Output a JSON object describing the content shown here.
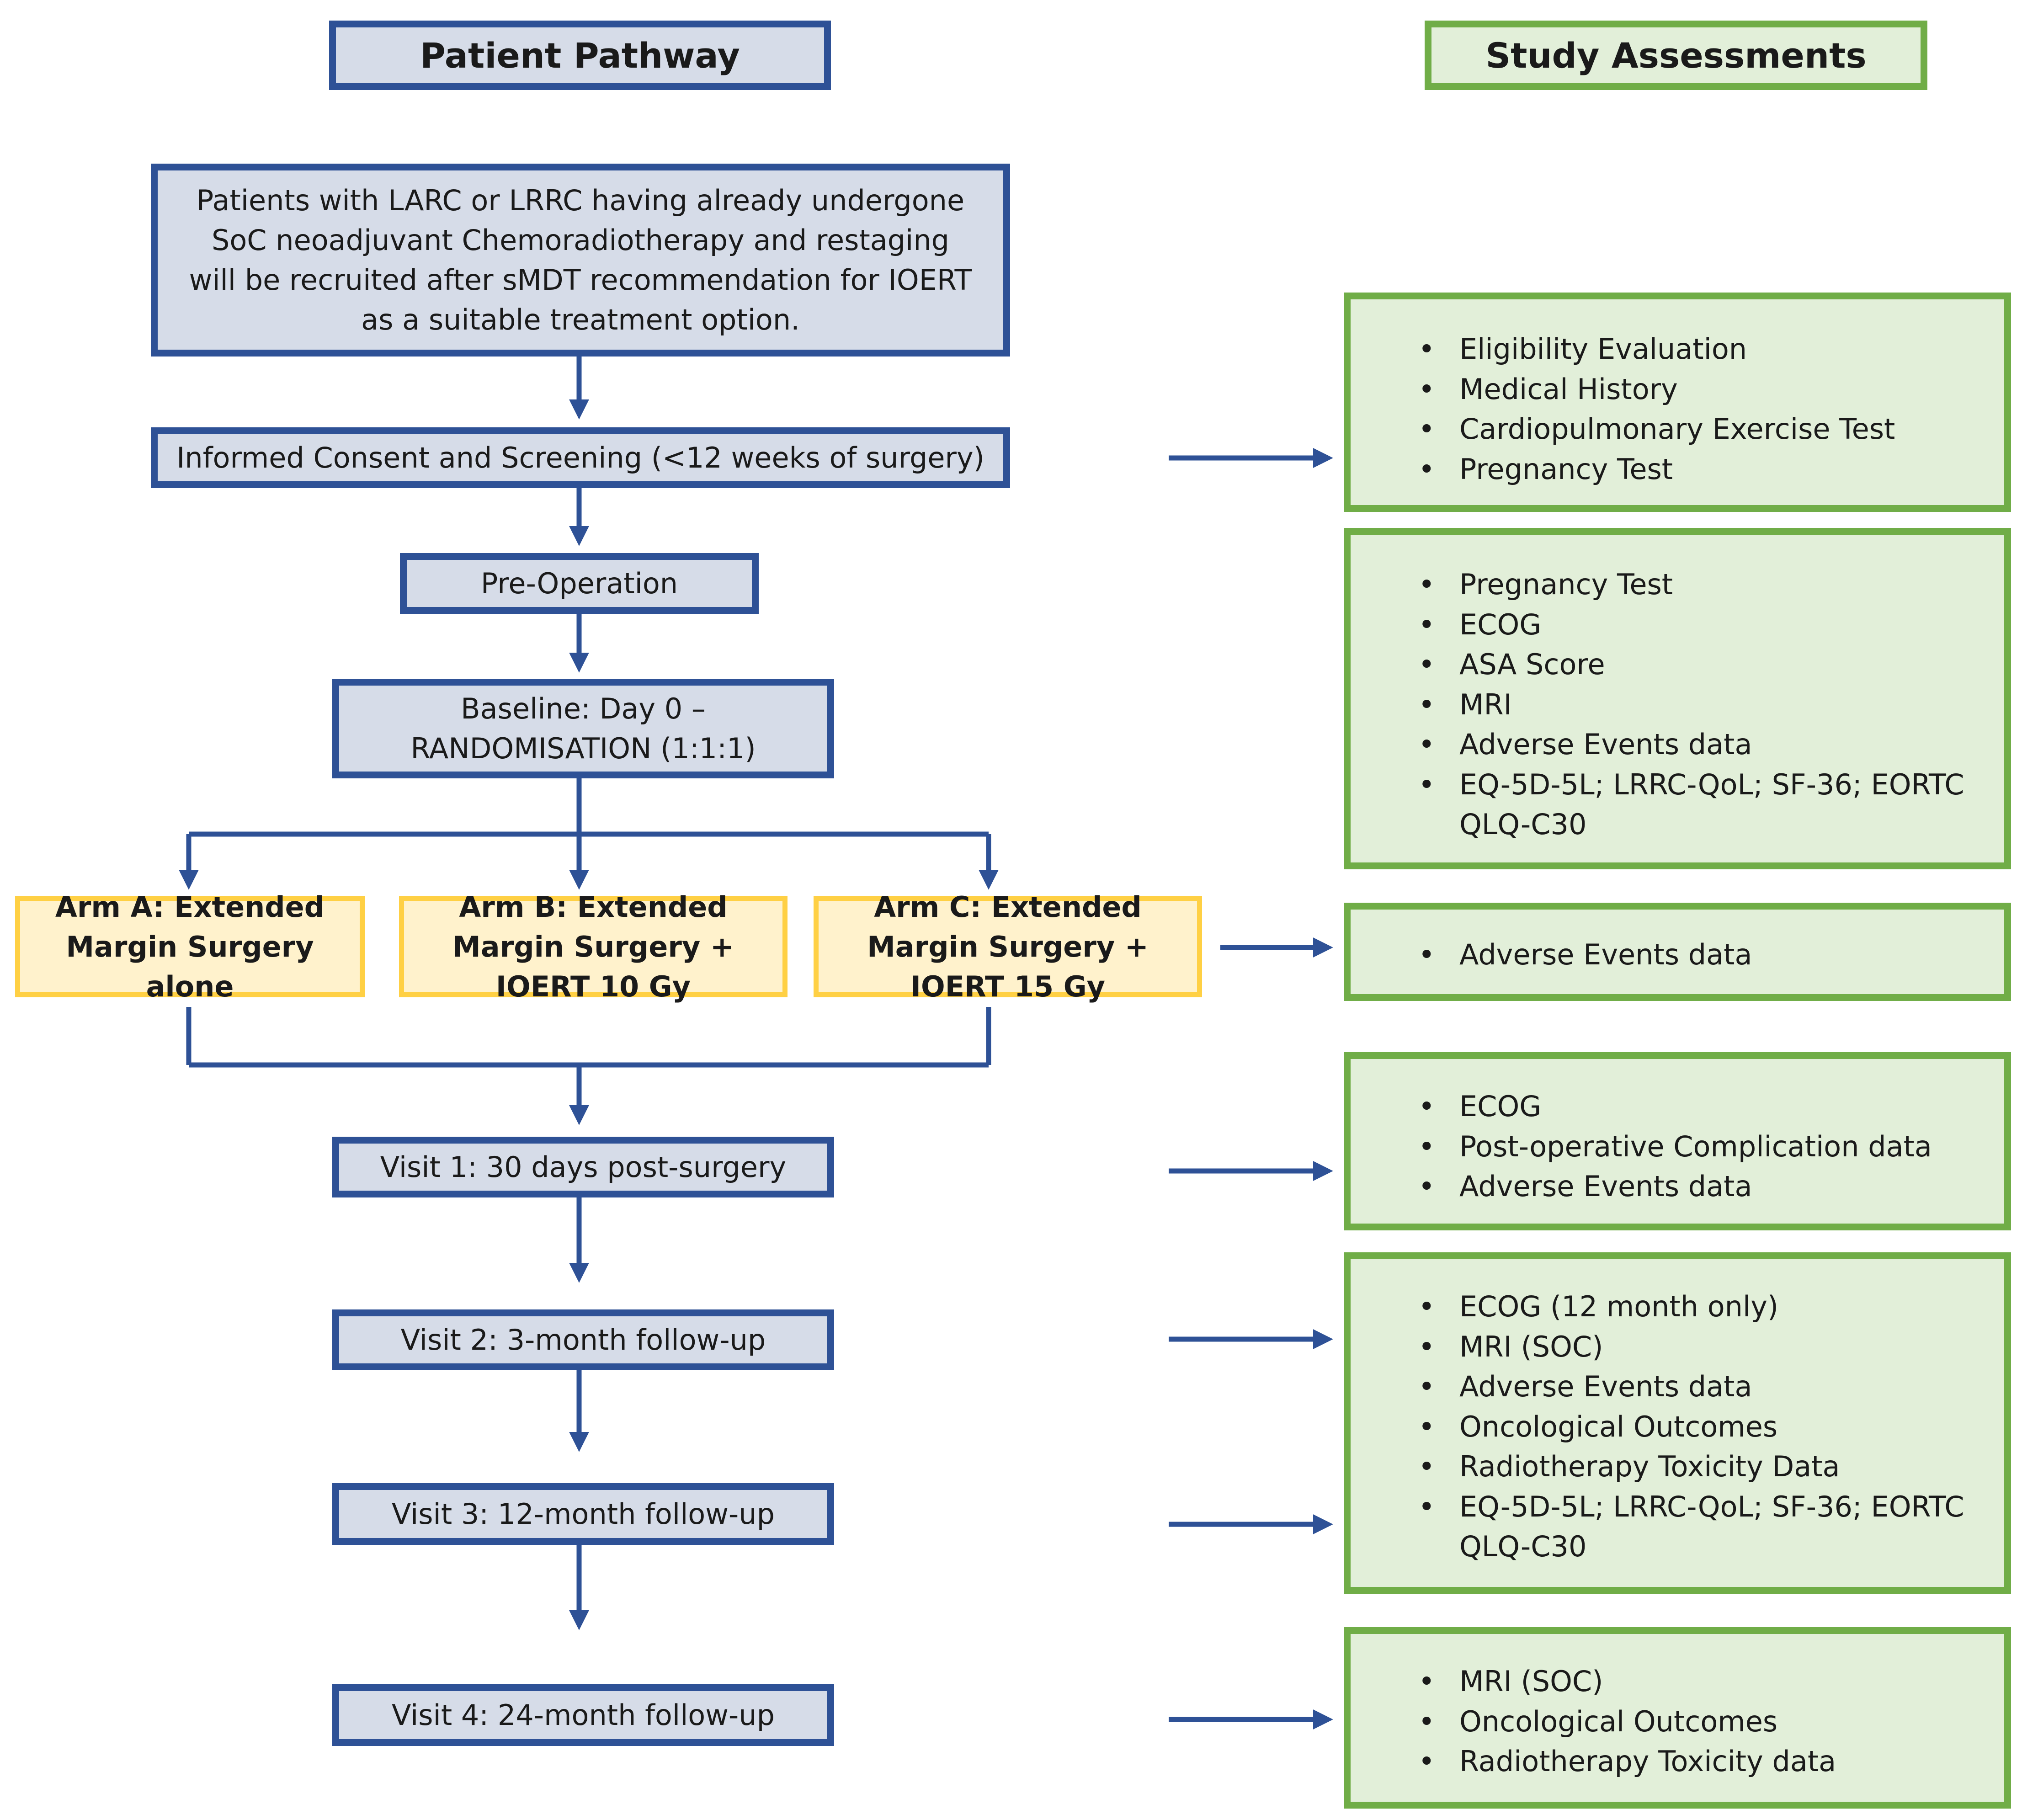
{
  "headers": {
    "pathway": "Patient Pathway",
    "assessments": "Study Assessments"
  },
  "pathway": {
    "eligibility": "Patients with LARC or LRRC having already undergone SoC neoadjuvant Chemoradiotherapy and restaging will be recruited after sMDT recommendation for IOERT as a suitable treatment option.",
    "consent": "Informed Consent and Screening (<12 weeks of surgery)",
    "preop": "Pre-Operation",
    "baseline": "Baseline: Day 0 – RANDOMISATION (1:1:1)",
    "visit1": "Visit 1: 30 days post-surgery",
    "visit2": "Visit 2: 3-month follow-up",
    "visit3": "Visit 3: 12-month follow-up",
    "visit4": "Visit 4: 24-month follow-up"
  },
  "arms": [
    {
      "label": "Arm A: Extended Margin Surgery alone"
    },
    {
      "label": "Arm B: Extended Margin Surgery + IOERT 10 Gy"
    },
    {
      "label": "Arm C: Extended Margin Surgery + IOERT 15 Gy"
    }
  ],
  "assessments": {
    "screening": [
      "Eligibility Evaluation",
      "Medical History",
      "Cardiopulmonary Exercise Test",
      "Pregnancy Test"
    ],
    "baseline": [
      "Pregnancy Test",
      "ECOG",
      "ASA Score",
      "MRI",
      "Adverse Events data",
      "EQ-5D-5L; LRRC-QoL; SF-36; EORTC QLQ-C30"
    ],
    "surgery": [
      "Adverse Events data"
    ],
    "visit1": [
      "ECOG",
      "Post-operative Complication data",
      "Adverse Events data"
    ],
    "followup": [
      "ECOG (12 month only)",
      "MRI (SOC)",
      "Adverse Events data",
      "Oncological Outcomes",
      "Radiotherapy Toxicity Data",
      "EQ-5D-5L; LRRC-QoL; SF-36; EORTC QLQ-C30"
    ],
    "visit4": [
      "MRI (SOC)",
      "Oncological Outcomes",
      "Radiotherapy Toxicity data"
    ]
  },
  "colors": {
    "pathway_border": "#2e5196",
    "pathway_fill": "#d6dce8",
    "assessment_border": "#70ad47",
    "assessment_fill": "#e2efd9",
    "arm_border": "#ffd044",
    "arm_fill": "#fff2cc",
    "arrow": "#2e5196"
  }
}
